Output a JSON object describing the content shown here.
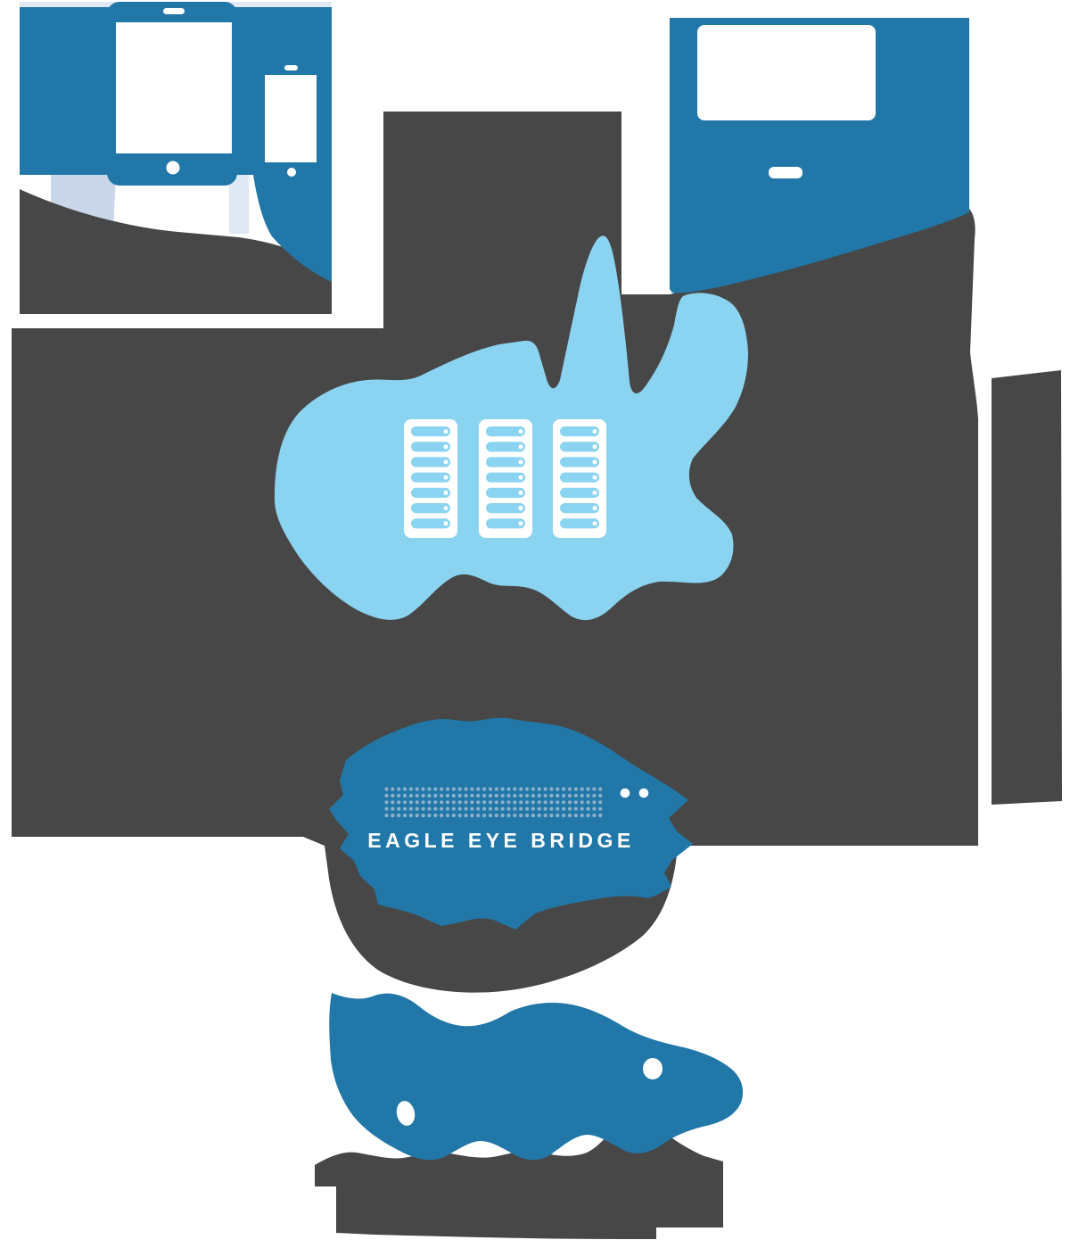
{
  "diagram": {
    "title": "cloud video surveillance architecture diagram",
    "bridge": {
      "label": "EAGLE EYE BRIDGE",
      "vent_dot_rows": 5,
      "vent_dot_cols": 36,
      "indicator_dot_count": 2
    },
    "cloud": {
      "server_rack_count": 3,
      "slots_per_rack": 7
    },
    "cameras": {
      "lens_count": 2
    },
    "colors": {
      "brand_blue": "#2178A8",
      "cloud_light_blue": "#8BD4F1",
      "melt_dark_gray": "#474747",
      "pale_blue": "#C9D7E9",
      "pale_blue_light": "#E0E8F3",
      "bridge_vent_dot": "#8FB0C9",
      "white": "#FFFFFF"
    }
  }
}
